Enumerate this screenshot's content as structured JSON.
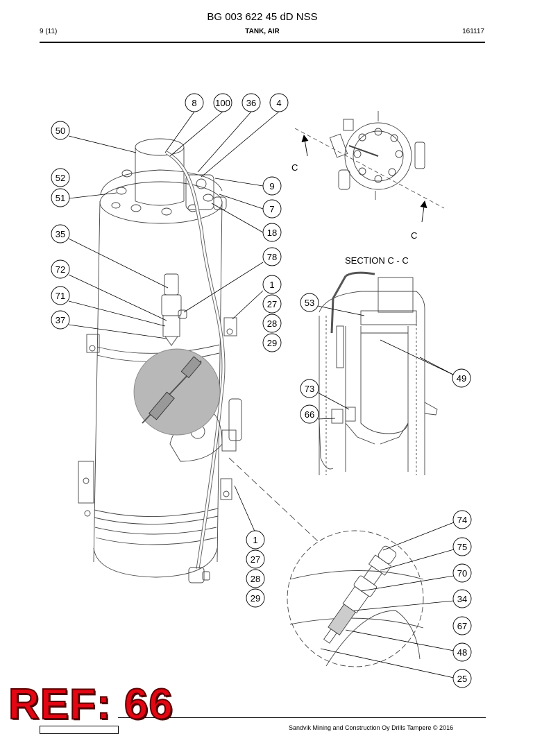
{
  "header": {
    "doc_title": "BG 003 622 45 dD NSS",
    "page": "9 (11)",
    "title": "TANK, AIR",
    "date": "161117"
  },
  "labels": {
    "section_view": "SECTION C - C",
    "section_mark": "C"
  },
  "callouts": [
    "8",
    "100",
    "36",
    "4",
    "50",
    "52",
    "51",
    "9",
    "7",
    "18",
    "35",
    "78",
    "72",
    "1",
    "71",
    "27",
    "37",
    "28",
    "29",
    "53",
    "49",
    "73",
    "66",
    "1",
    "27",
    "28",
    "29",
    "74",
    "75",
    "70",
    "34",
    "67",
    "48",
    "25"
  ],
  "footer": {
    "copyright": "Sandvik Mining and Construction Oy Drills Tampere © 2016"
  },
  "stamp": {
    "text": "REF: 66",
    "color": "#e30613"
  }
}
